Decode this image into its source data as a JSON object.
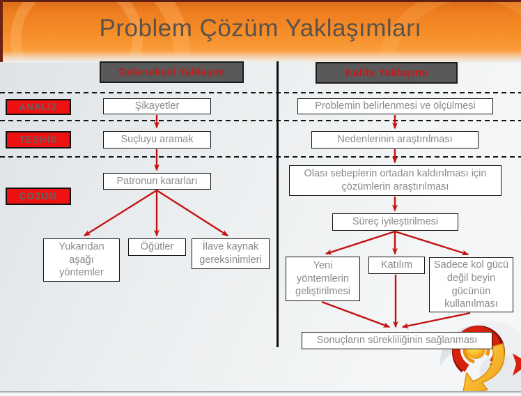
{
  "slide": {
    "title": "Problem Çözüm Yaklaşımları"
  },
  "stages": [
    {
      "label": "ANALİZ"
    },
    {
      "label": "TEŞHİS"
    },
    {
      "label": "ÇÖZÜM"
    }
  ],
  "traditional": {
    "header": "Geleneksel Yaklaşım",
    "steps": [
      "Şikayetler",
      "Suçluyu aramak",
      "Patronun kararları"
    ],
    "branches": [
      "Yukarıdan aşağı yöntemler",
      "Öğütler",
      "İlave kaynak gereksinimleri"
    ]
  },
  "quality": {
    "header": "Kalite Yaklaşımı",
    "steps": [
      "Problemin belirlenmesi ve ölçülmesi",
      "Nedenlerinin araştırılması",
      "Olası sebeplerin ortadan kaldırılması için çözümlerin araştırılması",
      "Süreç iyileştirilmesi"
    ],
    "branches": [
      "Yeni yöntemlerin geliştirilmesi",
      "Katılım",
      "Sadece kol gücü değil beyin gücünün kullanılması"
    ],
    "final": "Sonuçların sürekliliğinin sağlanması"
  },
  "colors": {
    "banner_orange_top": "#ee7d1f",
    "banner_orange_bottom": "#fb9d3d",
    "banner_edge_maroon": "#5e2012",
    "title_text": "#59524b",
    "column_header_bg": "#595959",
    "column_header_text": "#c21b1b",
    "stage_label_bg": "#ee1111",
    "stage_label_text": "#646464",
    "flow_box_text": "#8a8a8a",
    "flow_box_border": "#141414",
    "arrow_red": "#c21212",
    "divider_black": "#0d0d0d",
    "background_gray": "#eaedef"
  }
}
